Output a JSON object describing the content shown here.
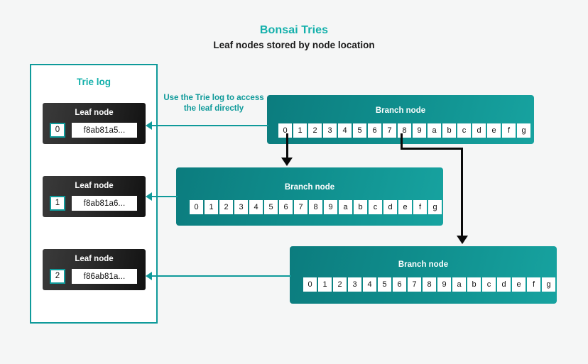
{
  "header": {
    "title": "Bonsai Tries",
    "subtitle": "Leaf nodes stored by node location"
  },
  "colors": {
    "accent_teal": "#13b0ab",
    "border_teal": "#0f9a9a",
    "branch_gradient_start": "#0c7c7e",
    "branch_gradient_end": "#17a3a0",
    "leaf_gradient_start": "#3a3a3a",
    "leaf_gradient_end": "#121212",
    "connector_black": "#0a0a0a",
    "background": "#f5f6f6"
  },
  "trie_log": {
    "title": "Trie log",
    "leaf_nodes": [
      {
        "label": "Leaf node",
        "index": "0",
        "hash": "f8ab81a5..."
      },
      {
        "label": "Leaf node",
        "index": "1",
        "hash": "f8ab81a6..."
      },
      {
        "label": "Leaf node",
        "index": "2",
        "hash": "f86ab81a..."
      }
    ]
  },
  "annotation": {
    "text": "Use the Trie log to access the leaf directly"
  },
  "branch_nodes": [
    {
      "label": "Branch node",
      "nibbles": [
        "0",
        "1",
        "2",
        "3",
        "4",
        "5",
        "6",
        "7",
        "8",
        "9",
        "a",
        "b",
        "c",
        "d",
        "e",
        "f",
        "g"
      ]
    },
    {
      "label": "Branch node",
      "nibbles": [
        "0",
        "1",
        "2",
        "3",
        "4",
        "5",
        "6",
        "7",
        "8",
        "9",
        "a",
        "b",
        "c",
        "d",
        "e",
        "f",
        "g"
      ]
    },
    {
      "label": "Branch node",
      "nibbles": [
        "0",
        "1",
        "2",
        "3",
        "4",
        "5",
        "6",
        "7",
        "8",
        "9",
        "a",
        "b",
        "c",
        "d",
        "e",
        "f",
        "g"
      ]
    }
  ]
}
